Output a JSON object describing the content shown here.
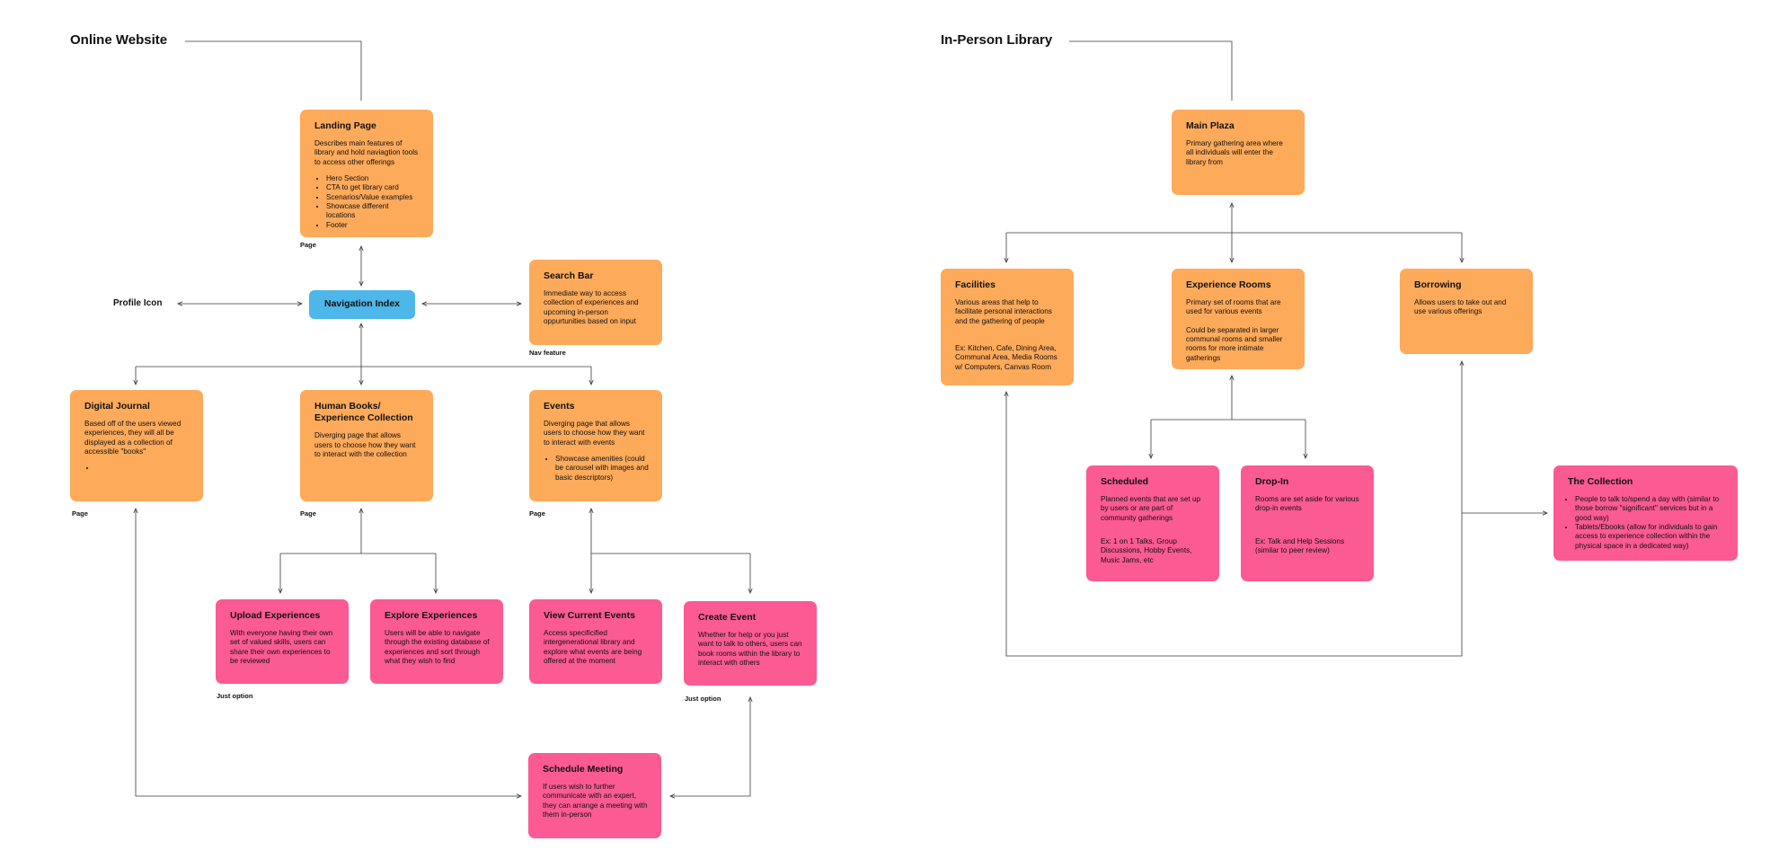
{
  "sections": {
    "online": "Online Website",
    "inperson": "In-Person Library"
  },
  "online": {
    "landing": {
      "title": "Landing Page",
      "desc": "Describes main features of library and hold naviagtion tools to access other offerings",
      "bullets": [
        "Hero Section",
        "CTA to get library card",
        "Scenarios/Value examples",
        "Showcase different locations",
        "Footer"
      ],
      "caption": "Page"
    },
    "profile_icon": "Profile Icon",
    "nav_index": {
      "title": "Navigation Index"
    },
    "search_bar": {
      "title": "Search Bar",
      "desc": "Immediate way to access collection of experiences and upcoming in-person oppurtunities based on input",
      "caption": "Nav feature"
    },
    "journal": {
      "title": "Digital Journal",
      "desc": "Based off of the users viewed experiences, they will all be displayed as a collection of accessible \"books\"",
      "bullets": [
        ""
      ],
      "caption": "Page"
    },
    "human_books": {
      "title": "Human Books/ Experience Collection",
      "desc": "Diverging page that allows users to choose how they want to interact with the collection",
      "caption": "Page"
    },
    "events": {
      "title": "Events",
      "desc": "Diverging page that allows users to choose how they want to interact with events",
      "bullets": [
        "Showcase amenities (could be carousel with images and basic descriptors)"
      ],
      "caption": "Page"
    },
    "upload": {
      "title": "Upload Experiences",
      "desc": "With everyone having their own set of valued skills, users can share their own experiences to be reviewed",
      "caption": "Just option"
    },
    "explore": {
      "title": "Explore Experiences",
      "desc": "Users will be able to navigate through the existing database of experiences and sort through what they wish to find"
    },
    "view_events": {
      "title": "View Current Events",
      "desc": "Access specificified intergenerational library and explore what events are being offered at the moment"
    },
    "create_event": {
      "title": "Create Event",
      "desc": "Whether for help or you just want to talk to others, users can book rooms within the library to interact with others",
      "caption": "Just option"
    },
    "schedule": {
      "title": "Schedule Meeting",
      "desc": "If users wish to further communicate with an expert, they can arrange a meeting with them in-person"
    }
  },
  "inperson": {
    "plaza": {
      "title": "Main Plaza",
      "desc": "Primary gathering area where all individuals will enter the library from"
    },
    "facilities": {
      "title": "Facilities",
      "desc": "Various areas that help to facilitate personal interactions and the gathering of people",
      "extra": "Ex: Kitchen, Cafe, Dining Area, Communal Area, Media Rooms w/ Computers, Canvas Room"
    },
    "rooms": {
      "title": "Experience Rooms",
      "desc": "Primary set of rooms that are used for various events",
      "extra": "Could be separated in larger communal rooms and smaller rooms for more intimate gatherings"
    },
    "borrowing": {
      "title": "Borrowing",
      "desc": "Allows users to take out and use various offerings"
    },
    "scheduled": {
      "title": "Scheduled",
      "desc": "Planned events that are set up by users or are part of community gatherings",
      "extra": "Ex: 1 on 1 Talks, Group Discussions, Hobby Events, Music Jams, etc"
    },
    "dropin": {
      "title": "Drop-In",
      "desc": "Rooms are set aside for various drop-in events",
      "extra": "Ex: Talk and Help Sessions (similar to peer review)"
    },
    "collection": {
      "title": "The Collection",
      "bullets": [
        "People to talk to/spend a day with (similar to those borrow \"significant\" services but in a good way)",
        "Tablets/Ebooks (allow for individuals to gain access to experience collection within the physical space in a dedicated way)"
      ]
    }
  },
  "colors": {
    "page_node": "#FDAA5A",
    "option_node": "#FB5A93",
    "nav_node": "#4CB7E8",
    "connector": "#3a3a3a"
  }
}
